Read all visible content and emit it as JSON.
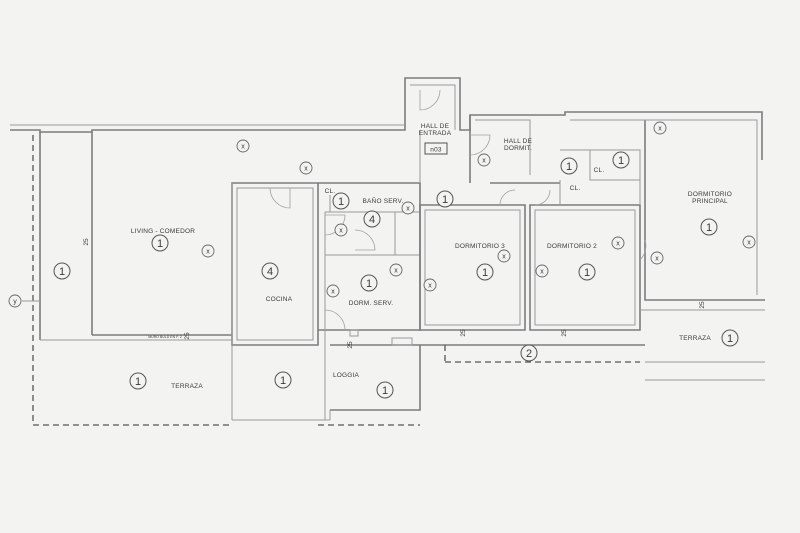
{
  "rooms": {
    "hall_entrada": [
      "HALL DE",
      "ENTRADA"
    ],
    "hall_dormit": [
      "HALL DE",
      "DORMIT."
    ],
    "living_comedor": "LIVING - COMEDOR",
    "cocina": "COCINA",
    "bano_serv": "BAÑO SERV.",
    "dorm_serv": "DORM. SERV.",
    "dormitorio_3": "DORMITORIO 3",
    "dormitorio_2": "DORMITORIO 2",
    "dormitorio_principal": [
      "DORMITORIO",
      "PRINCIPAL"
    ],
    "terraza_left": "TERRAZA",
    "terraza_right": "TERRAZA",
    "loggia": "LOGGIA",
    "closet_cocina": "CL.",
    "closet_principal_1": "CL.",
    "closet_principal_2": "CL."
  },
  "unit_code": "n03",
  "note": "MURO BULD EN F. 2",
  "markers": {
    "axis_y": "y",
    "point": "x"
  },
  "dimensions": [
    "25",
    "25",
    "25",
    "25",
    "25",
    "25"
  ],
  "circled_numbers": {
    "living": "1",
    "exterior_left": "1",
    "cocina": "4",
    "bano": "4",
    "closet_cocina": "1",
    "dorm_serv": "1",
    "hall": "1",
    "dorm3": "1",
    "dorm2": "1",
    "closet_p1": "1",
    "closet_p2": "1",
    "principal": "1",
    "terraza_left": "1",
    "loggia_left": "1",
    "loggia_right": "1",
    "terraza_right": "1",
    "balcony": "2"
  }
}
